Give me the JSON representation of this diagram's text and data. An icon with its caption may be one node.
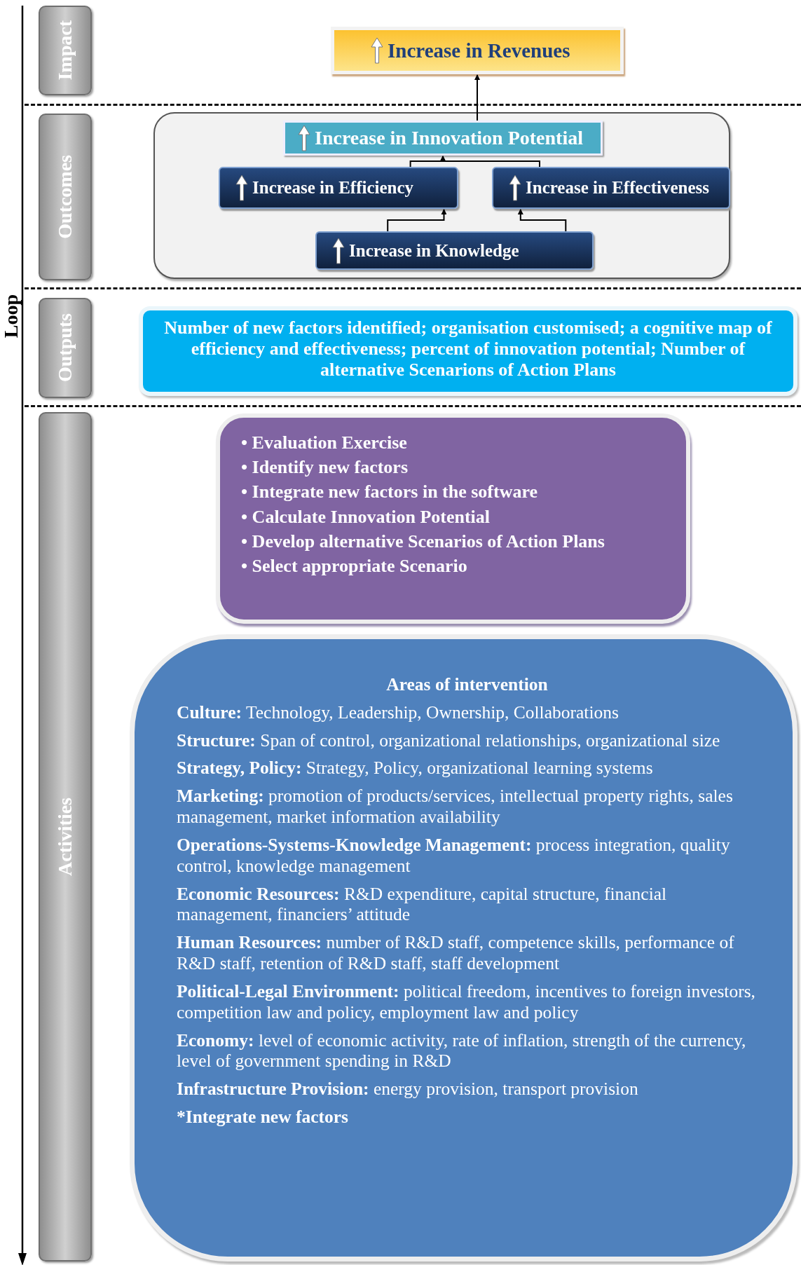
{
  "diagram": {
    "nodes": [
      {
        "text": [
          "Impact"
        ]
      },
      {
        "text": [
          "Outcomes"
        ]
      },
      {
        "text": [
          "Outputs"
        ]
      },
      {
        "text": [
          "Activities"
        ]
      },
      {
        "text": [
          "Increase in Revenues"
        ]
      },
      {
        "text": [],
        "shape": "box"
      },
      {
        "text": [
          "Increase in Innovation Potential"
        ],
        "in": 5
      },
      {
        "text": [
          "Increase in Efficiency"
        ],
        "in": 5
      },
      {
        "text": [
          "Increase in Effectiveness"
        ],
        "in": 5
      },
      {
        "text": [
          "Increase in Knowledge"
        ],
        "in": 5
      },
      {
        "text": [
          "Number of new factors identified; organisation customised; a cognitive map of efficiency and effectiveness; percent of innovation potential; Number of alternative Scenarions of Action Plans"
        ]
      },
      {
        "text": [
          "• Evaluation Exercise",
          "• Identify new factors",
          "• Integrate new factors in the software",
          "• Calculate Innovation Potential",
          "• Develop alternative Scenarios of Action Plans",
          "• Select appropriate Scenario"
        ]
      },
      {
        "text": [
          "Areas of intervention",
          "**Culture:** Technology, Leadership, Ownership, Collaborations",
          "**Structure:** Span of control, organizational relationships, organizational size",
          "**Strategy, Policy:** Strategy, Policy, organizational learning systems",
          "**Marketing:** promotion of products/services, intellectual property rights, sales management, market information availability",
          "**Operations-Systems-Knowledge Management:** process integration, quality control, knowledge management",
          "**Economic Resources:** R&D expenditure, capital structure, financial management, financiers’ attitude",
          "**Human Resources:** number of R&D staff, competence skills, performance of R&D staff, retention of R&D staff, staff development",
          "**Political-Legal Environment:** political freedom, incentives to foreign investors, competition law and policy, employment law and policy",
          "**Economy:** level of economic activity, rate of inflation, strength of the currency, level of government spending in R&D",
          "**Infrastructure Provision:** energy provision, transport provision",
          "*Integrate new factors"
        ]
      }
    ],
    "edges": [
      {
        "from": 9,
        "to": 7,
        "arrow": "to"
      },
      {
        "from": 9,
        "to": 8,
        "arrow": "to"
      },
      {
        "from": 7,
        "to": 6,
        "arrow": "to"
      },
      {
        "from": 8,
        "to": 6,
        "arrow": "to"
      },
      {
        "from": 6,
        "to": 4,
        "arrow": "to"
      }
    ],
    "labels": [
      "Loop"
    ]
  }
}
